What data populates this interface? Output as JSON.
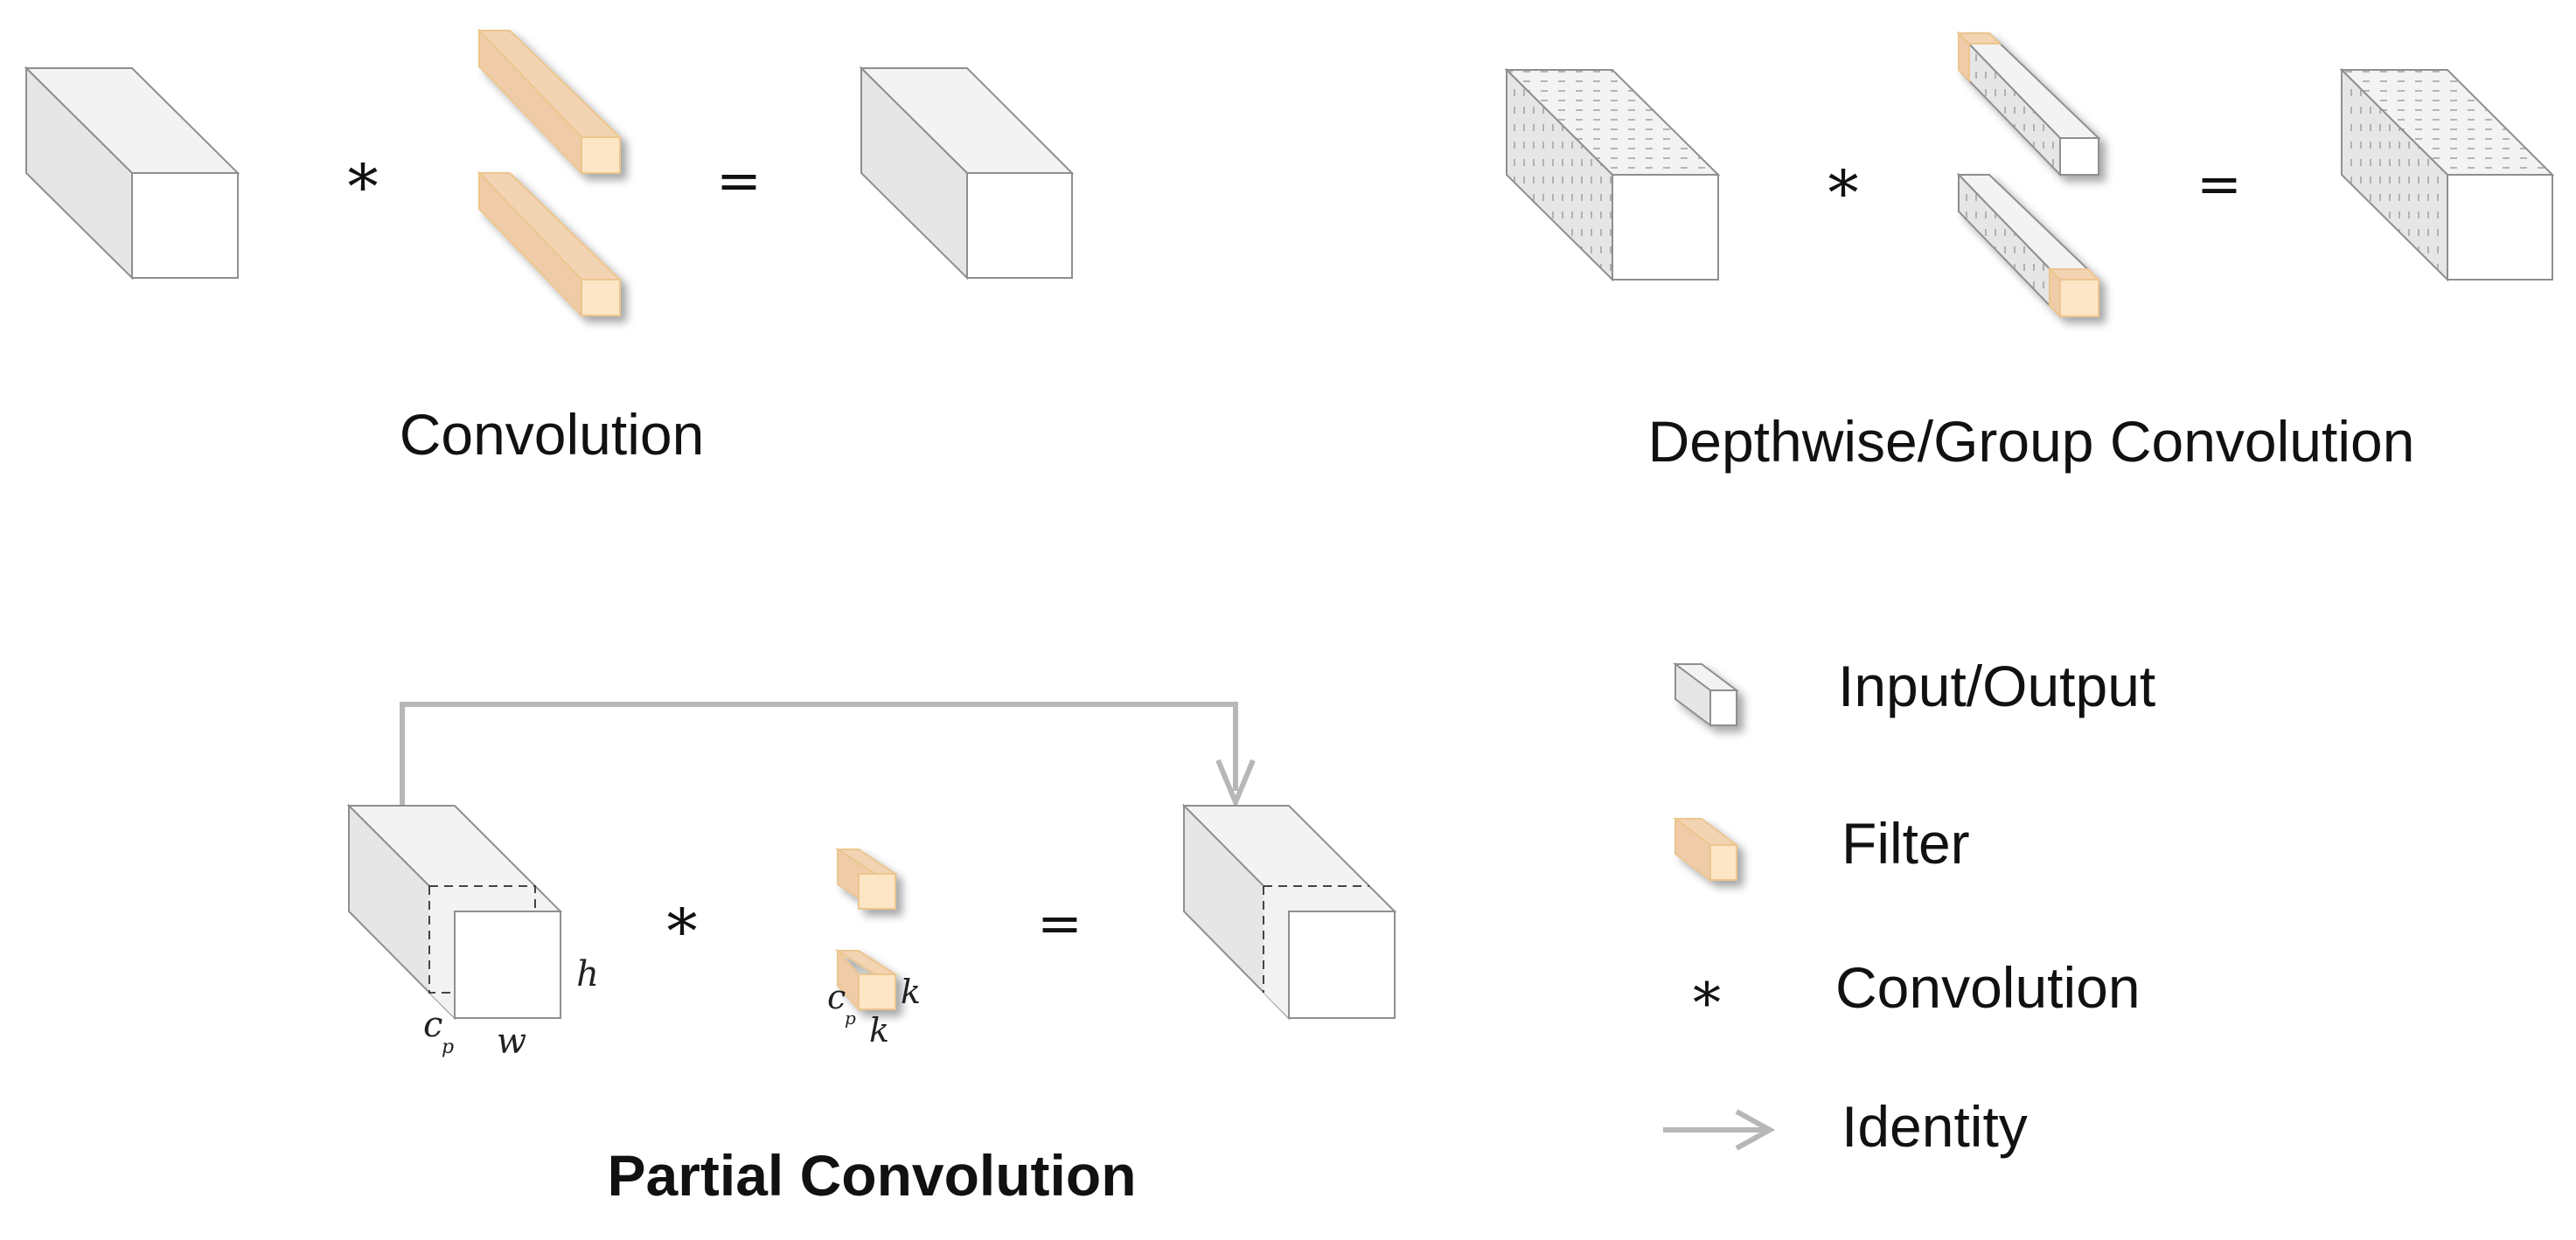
{
  "colors": {
    "cube_front": "#ffffff",
    "cube_top": "#f3f3f3",
    "cube_side": "#e6e6e6",
    "cube_stroke": "#8f8f8f",
    "filter_front": "#fde6c6",
    "filter_top": "#f2d3b2",
    "filter_side": "#efcba8",
    "filter_stroke": "#ecc68f",
    "arrow": "#b7b7b7",
    "text": "#111111"
  },
  "icons": {
    "input_output": "cube-icon",
    "filter": "filter-cube-icon",
    "convolution": "asterisk-icon",
    "identity": "arrow-right-icon"
  },
  "panels": {
    "convolution": {
      "title": "Convolution",
      "op1": "*",
      "op2": "="
    },
    "depthwise": {
      "title": "Depthwise/Group Convolution",
      "op1": "*",
      "op2": "="
    },
    "partial": {
      "title": "Partial Convolution",
      "op1": "*",
      "op2": "=",
      "dims": {
        "cp": "c",
        "p": "p",
        "w": "w",
        "h": "h",
        "k1": "k",
        "k2": "k"
      }
    }
  },
  "legend": {
    "items": [
      {
        "symbol": "cube-icon",
        "label": "Input/Output"
      },
      {
        "symbol": "filter-cube-icon",
        "label": "Filter"
      },
      {
        "symbol": "*",
        "label": "Convolution"
      },
      {
        "symbol": "arrow-right-icon",
        "label": "Identity"
      }
    ]
  }
}
